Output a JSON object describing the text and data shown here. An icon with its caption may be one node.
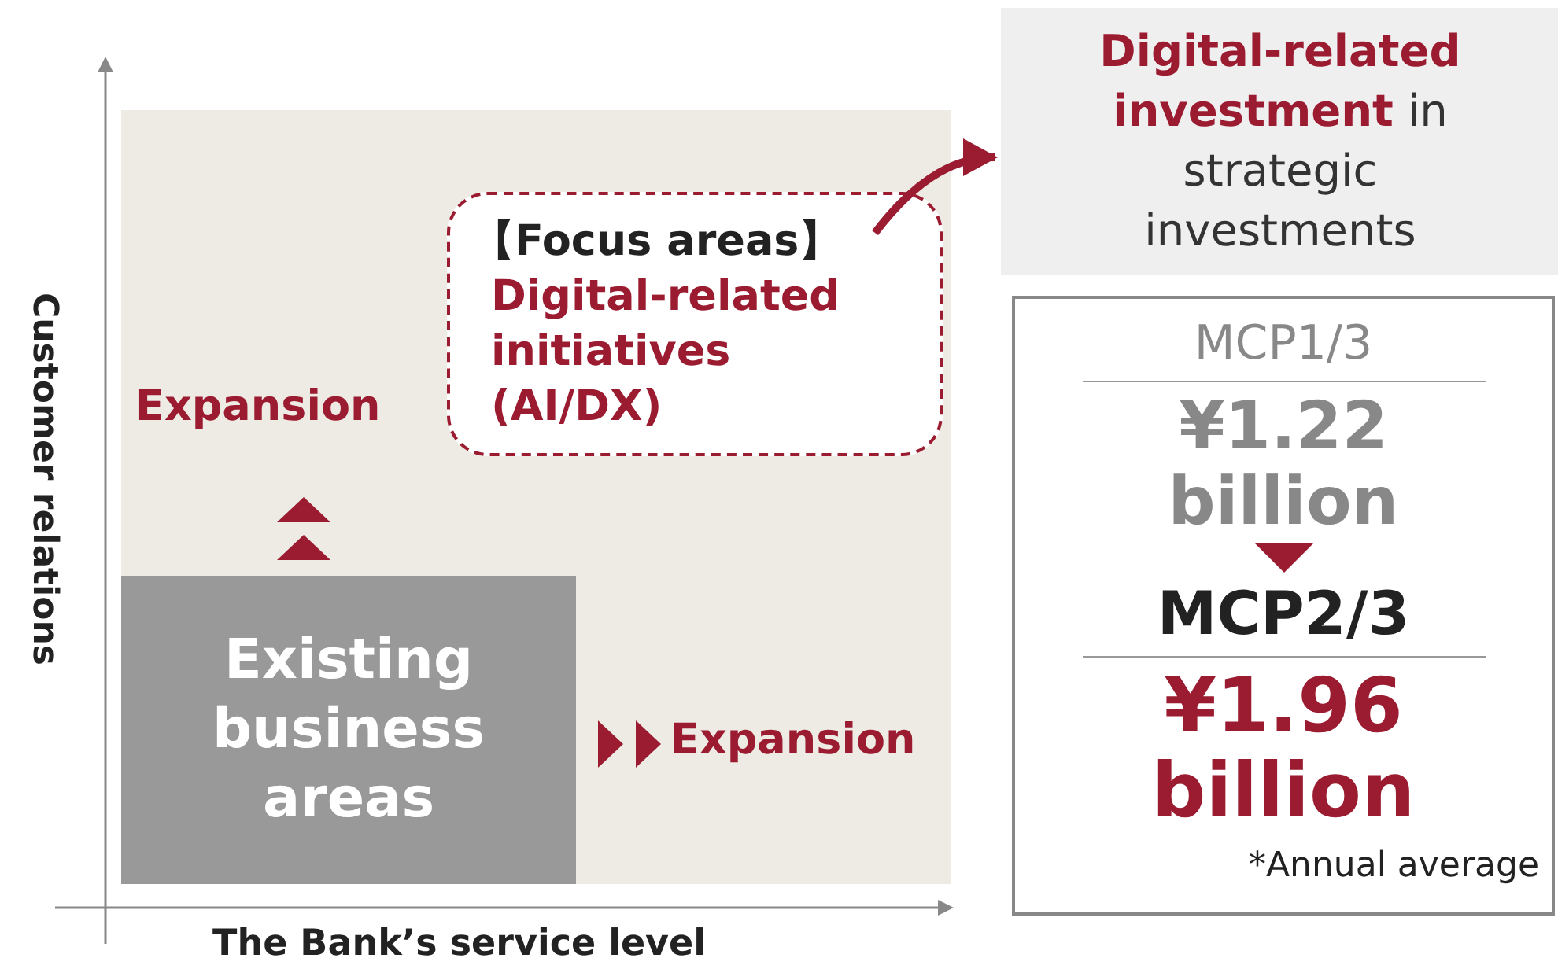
{
  "diagram": {
    "nodes": [
      {
        "text": [
          "Existing business areas"
        ]
      },
      {
        "text": [
          "【Focus areas】",
          "Digital-related initiatives (AI/DX)"
        ]
      },
      {
        "text": [
          "**Digital-related investment** in strategic investments"
        ]
      },
      {
        "text": [
          "MCP1/3",
          "¥1.22 billion",
          "MCP2/3",
          "¥1.96 billion",
          "*Annual average"
        ]
      }
    ],
    "edges": [
      {
        "from": 1,
        "to": 2,
        "arrow": "to",
        "color": "#9b1b30"
      }
    ],
    "labels": [
      "Expansion",
      "Expansion",
      "Customer relations",
      "The Bank’s service level"
    ]
  }
}
